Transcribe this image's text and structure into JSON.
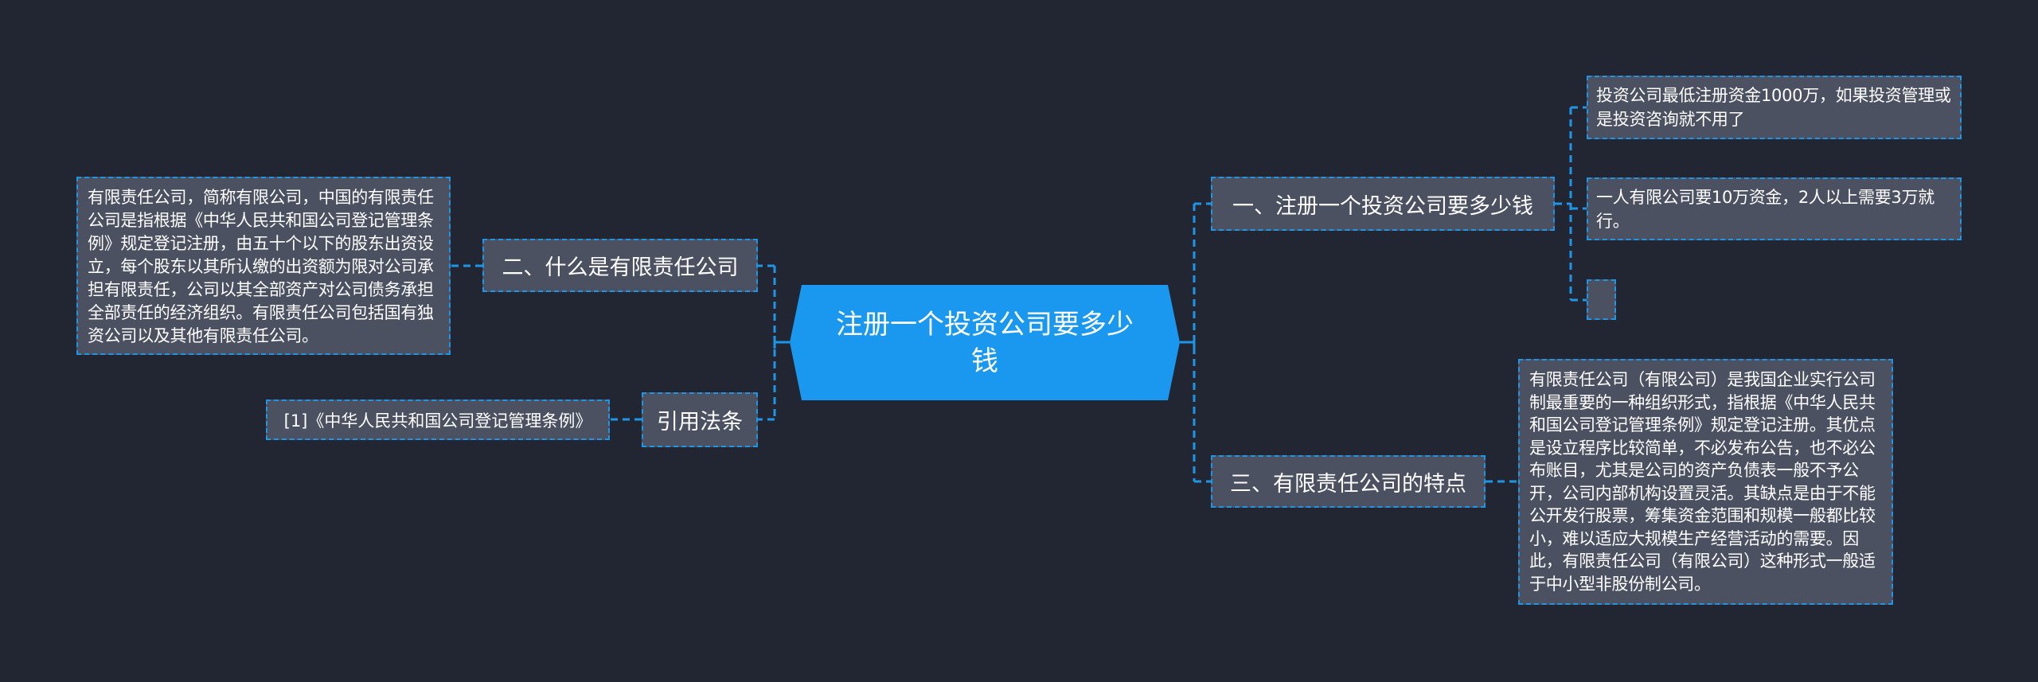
{
  "root": {
    "label": "注册一个投资公司要多少钱"
  },
  "colors": {
    "background": "#222632",
    "root_fill": "#1a98f0",
    "node_fill": "#4b5161",
    "connector": "#1e96e8",
    "text": "#ffffff"
  },
  "right_branches": [
    {
      "label": "一、注册一个投资公司要多少钱",
      "children": [
        {
          "text": "投资公司最低注册资金1000万，如果投资管理或是投资咨询就不用了"
        },
        {
          "text": "一人有限公司要10万资金，2人以上需要3万就行。"
        },
        {
          "text": ""
        }
      ]
    },
    {
      "label": "三、有限责任公司的特点",
      "children": [
        {
          "text": "有限责任公司（有限公司）是我国企业实行公司制最重要的一种组织形式，指根据《中华人民共和国公司登记管理条例》规定登记注册。其优点是设立程序比较简单，不必发布公告，也不必公布账目，尤其是公司的资产负债表一般不予公开，公司内部机构设置灵活。其缺点是由于不能公开发行股票，筹集资金范围和规模一般都比较小，难以适应大规模生产经营活动的需要。因此，有限责任公司（有限公司）这种形式一般适于中小型非股份制公司。"
        }
      ]
    }
  ],
  "left_branches": [
    {
      "label": "二、什么是有限责任公司",
      "children": [
        {
          "text": "有限责任公司，简称有限公司，中国的有限责任公司是指根据《中华人民共和国公司登记管理条例》规定登记注册，由五十个以下的股东出资设立，每个股东以其所认缴的出资额为限对公司承担有限责任，公司以其全部资产对公司债务承担全部责任的经济组织。有限责任公司包括国有独资公司以及其他有限责任公司。"
        }
      ]
    },
    {
      "label": "引用法条",
      "children": [
        {
          "text": "[1]《中华人民共和国公司登记管理条例》"
        }
      ]
    }
  ]
}
